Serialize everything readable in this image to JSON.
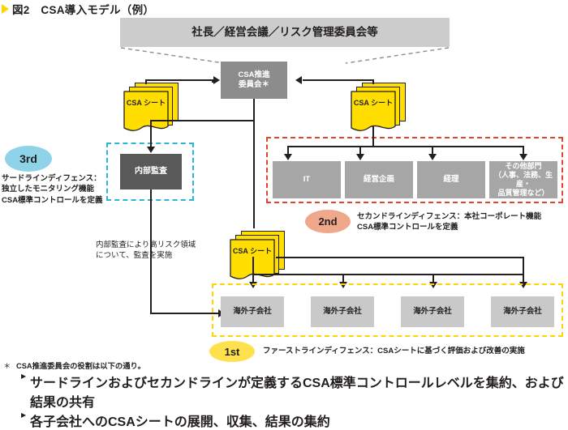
{
  "title": {
    "marker": "triangle-marker",
    "text": "図2　CSA導入モデル（例）"
  },
  "top": {
    "banner": "社長／経営会議／リスク管理委員会等",
    "committee": "CSA推進\n委員会＊"
  },
  "sheets": {
    "label": "CSA\nシート",
    "left": "CSA\nシート",
    "right": "CSA\nシート",
    "middle": "CSA\nシート"
  },
  "third_line": {
    "badge": "3rd",
    "description": "サードラインディフェンス：\n独立したモニタリング機能\nCSA標準コントロールを定義",
    "box": "内部監査",
    "audit_note": "内部監査により高リスク領域\nについて、監査を実施"
  },
  "second_line": {
    "badge": "2nd",
    "description": "セカンドラインディフェンス：本社コーポレート機能\nCSA標準コントロールを定義",
    "departments": [
      "IT",
      "経営企画",
      "経理",
      "その他部門\n（人事、法務、生産・\n品質管理など）"
    ]
  },
  "first_line": {
    "badge": "1st",
    "description": "ファーストラインディフェンス：CSAシートに基づく評価および改善の実施",
    "subsidiaries": [
      "海外子会社",
      "海外子会社",
      "海外子会社",
      "海外子会社"
    ]
  },
  "footnotes": {
    "star": "＊",
    "head": "CSA推進委員会の役割は以下の通り。",
    "bullet_marker": "▶",
    "items": [
      "サードラインおよびセカンドラインが定義するCSA標準コントロールレベルを集約、および結果の共有",
      "各子会社へのCSAシートの展開、収集、結果の集約"
    ]
  },
  "colors": {
    "sheet_yellow": "#ffde00",
    "cyan_dash": "#29b6d8",
    "red_dash": "#e8422f",
    "yellow_dash": "#ffd400",
    "badge_3rd": "#8fd3e8",
    "badge_2nd": "#f0a88c",
    "badge_1st": "#ffe14d",
    "banner_grey": "#cccccc",
    "committee_grey": "#8c8c8c",
    "audit_grey": "#595959",
    "dept_grey": "#a6a6a6",
    "sub_grey": "#c9c9c9"
  }
}
